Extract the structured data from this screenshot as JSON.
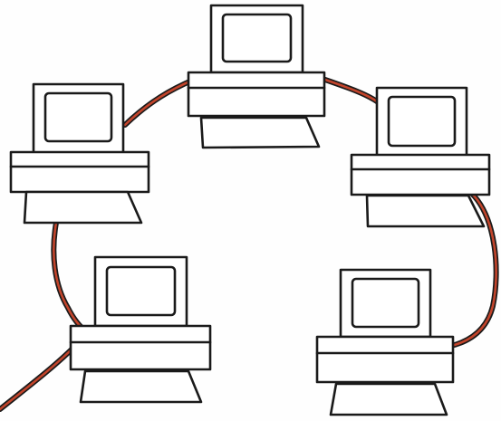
{
  "colors": {
    "cable": "#c2442b",
    "outline": "#1a1a1a",
    "background": "#fefefe"
  },
  "network": {
    "topology": "ring",
    "computers": [
      {
        "id": "computer-top"
      },
      {
        "id": "computer-upper-left"
      },
      {
        "id": "computer-upper-right"
      },
      {
        "id": "computer-lower-left"
      },
      {
        "id": "computer-lower-right"
      }
    ],
    "cables": [
      {
        "from": "computer-upper-left",
        "to": "computer-top"
      },
      {
        "from": "computer-top",
        "to": "computer-upper-right"
      },
      {
        "from": "computer-upper-right",
        "to": "computer-lower-right"
      },
      {
        "from": "computer-upper-left",
        "to": "computer-lower-left"
      },
      {
        "from": "computer-lower-left",
        "to": "off-page"
      }
    ]
  }
}
